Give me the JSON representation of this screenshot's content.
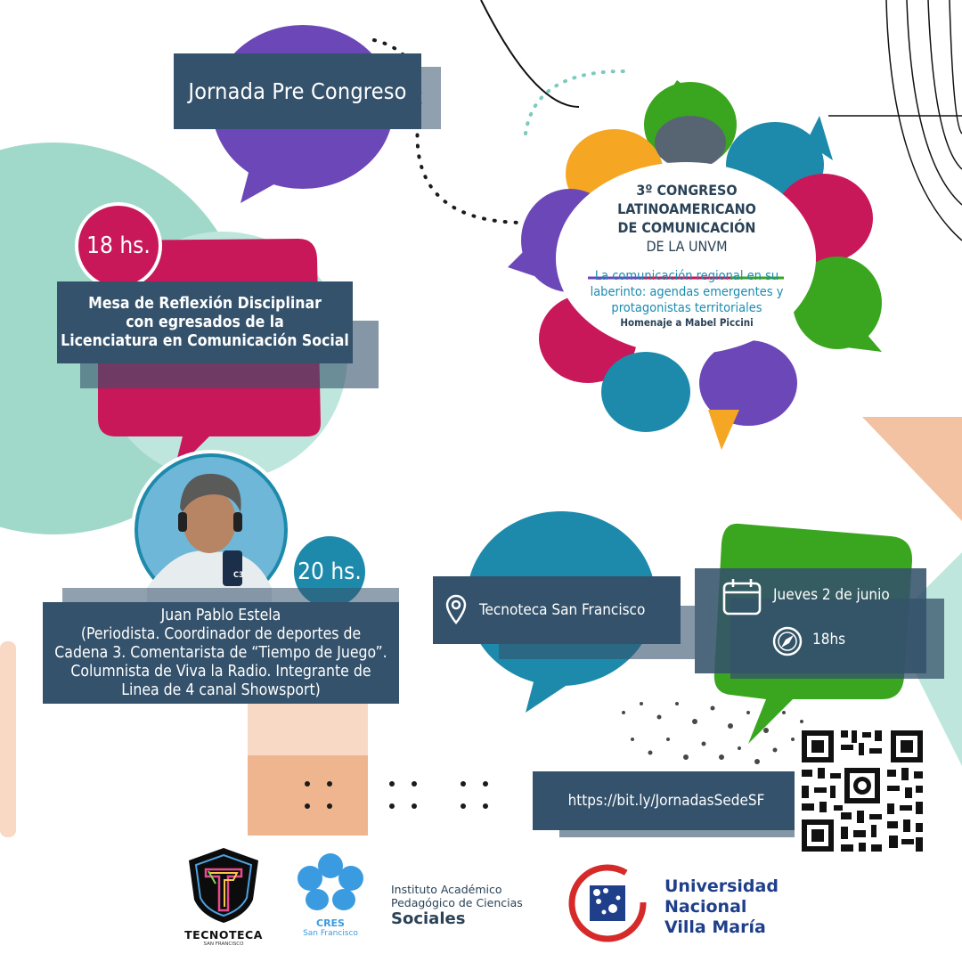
{
  "header": {
    "jornada_title": "Jornada Pre Congreso"
  },
  "congress": {
    "title_line1": "3º CONGRESO",
    "title_line2": "LATINOAMERICANO",
    "title_line3": "DE COMUNICACIÓN",
    "title_line4": "DE LA UNVM",
    "subtitle_line1": "La comunicación regional en su",
    "subtitle_line2": "laberinto: agendas emergentes y",
    "subtitle_line3": "protagonistas territoriales",
    "homage": "Homenaje a Mabel Piccini"
  },
  "session1": {
    "time": "18 hs.",
    "line1": "Mesa de Reflexión Disciplinar",
    "line2": "con egresados de la",
    "line3": "Licenciatura en Comunicación Social"
  },
  "session2": {
    "time": "20 hs.",
    "speaker_name": "Juan Pablo Estela",
    "line1": "(Periodista. Coordinador de deportes de",
    "line2": "Cadena 3. Comentarista de “Tiempo de Juego”.",
    "line3": "Columnista de Viva la Radio. Integrante de",
    "line4": "Linea de 4 canal Showsport)",
    "mic_label": "C3"
  },
  "details": {
    "location": "Tecnoteca San Francisco",
    "date": "Jueves 2 de junio",
    "time": "18hs"
  },
  "link": {
    "url": "https://bit.ly/JornadasSedeSF"
  },
  "logos": {
    "tecnoteca_name": "TECNOTECA",
    "tecnoteca_sub": "SAN FRANCISCO",
    "cres_name": "CRES",
    "cres_sub": "San Francisco",
    "institute_line1": "Instituto Académico",
    "institute_line2": "Pedagógico de Ciencias",
    "institute_line3": "Sociales",
    "univ_line1": "Universidad",
    "univ_line2": "Nacional",
    "univ_line3": "Villa María"
  },
  "icons": {
    "location": "map-pin-icon",
    "date": "calendar-icon",
    "time": "compass-icon"
  },
  "colors": {
    "dark_box": "#34526b",
    "purple": "#6c47b8",
    "magenta": "#c8185a",
    "teal": "#1a8bb0",
    "green": "#3aa51f",
    "mint": "#a6dccd",
    "peach": "#f4c6a8"
  }
}
